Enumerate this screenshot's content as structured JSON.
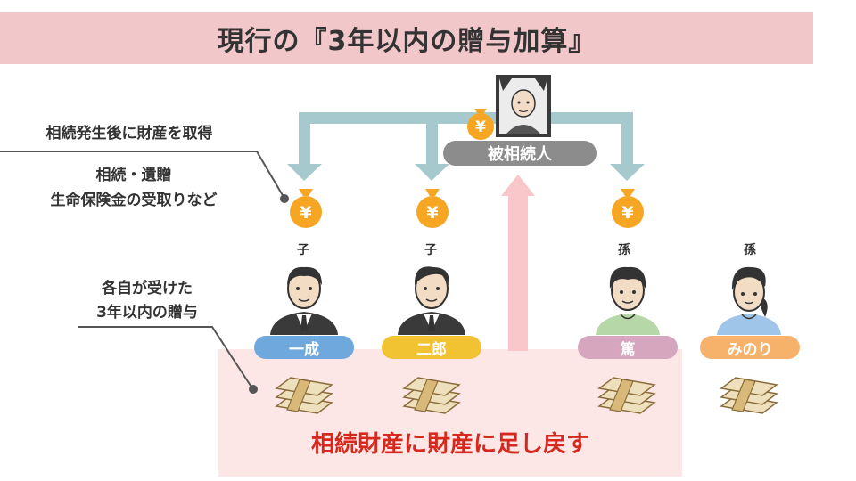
{
  "title": "現行の『3年以内の贈与加算』",
  "left_labels": {
    "acquire": "相続発生後に財産を取得",
    "acquire_detail_1": "相続・遺贈",
    "acquire_detail_2": "生命保険金の受取りなど",
    "gift_1": "各自が受けた",
    "gift_2": "3年以内の贈与"
  },
  "deceased": {
    "label": "被相続人"
  },
  "heirs": [
    {
      "relation": "子",
      "name": "一成",
      "color": "#6fa8dc"
    },
    {
      "relation": "子",
      "name": "二郎",
      "color": "#f1c232"
    },
    {
      "relation": "孫",
      "name": "篤",
      "color": "#d5a6bd"
    },
    {
      "relation": "孫",
      "name": "みのり",
      "color": "#f6b26b"
    }
  ],
  "result": "相続財産に財産に足し戻す",
  "yen_symbol": "¥",
  "colors": {
    "arrow_teal": "#a6c9cd",
    "arrow_pink": "#f9c6c9",
    "title_bg": "#f2c7c9",
    "coin": "#f6a623",
    "money_band": "#e8d4a8"
  }
}
